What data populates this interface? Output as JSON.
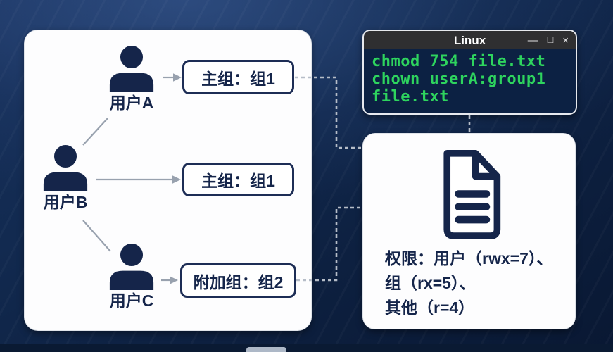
{
  "users_panel": {
    "users": [
      {
        "label": "用户A",
        "group_box": "主组：组1"
      },
      {
        "label": "用户B",
        "group_box": "主组：组1"
      },
      {
        "label": "用户C",
        "group_box": "附加组：组2"
      }
    ]
  },
  "terminal": {
    "title": "Linux",
    "minimize": "—",
    "maximize": "□",
    "close": "×",
    "lines": [
      "chmod 754 file.txt",
      "chown userA:group1",
      "file.txt"
    ]
  },
  "permissions_panel": {
    "lines": [
      "权限：用户（rwx=7）、",
      "组（rx=5）、",
      "其他（r=4）"
    ]
  },
  "colors": {
    "background_navy": "#122a50",
    "panel_white": "#fdfdfe",
    "ink_navy": "#15254a",
    "box_border_navy": "#1d2d55",
    "terminal_green": "#2ed45e",
    "terminal_bg": "#0c2143",
    "titlebar_gray": "#2f2f31",
    "connector_solid_gray": "#98a1ae",
    "connector_dotted_gray": "#b6bdc8"
  },
  "icons": {
    "user": "person-icon",
    "file": "document-icon"
  }
}
